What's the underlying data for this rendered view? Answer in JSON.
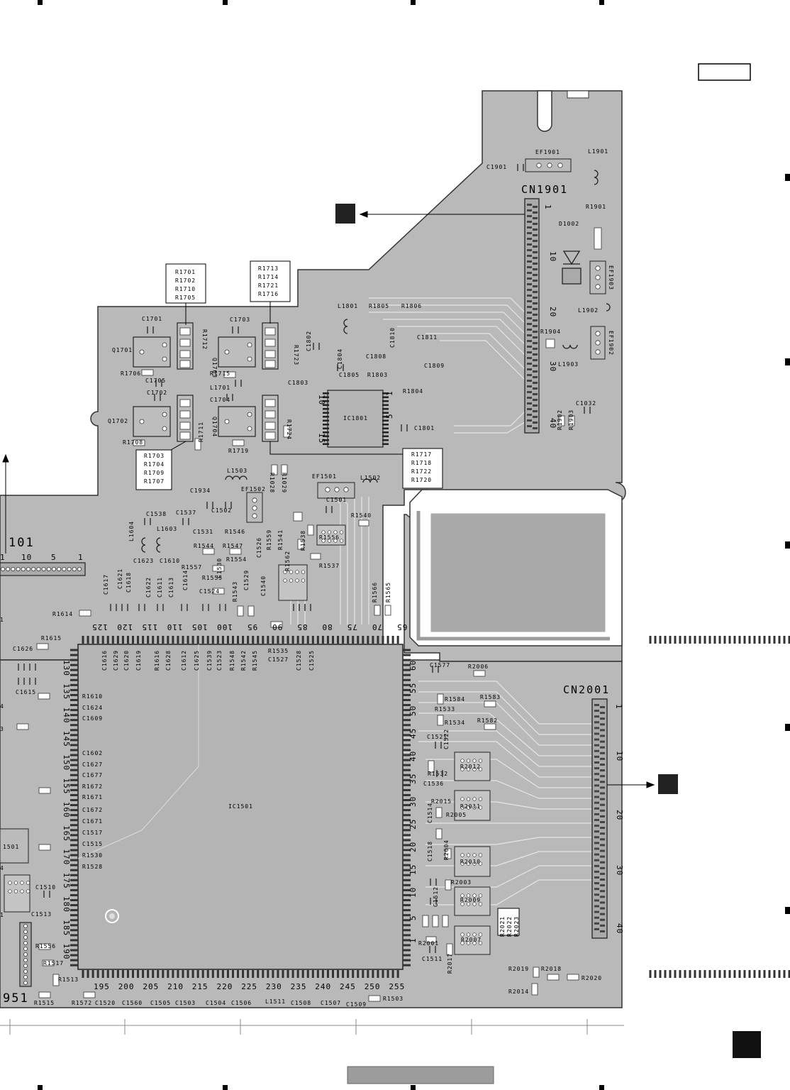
{
  "board": {
    "colors": {
      "board": "#b9b9b9",
      "trace": "#e2e2e2",
      "copper_dark": "#9a9a9a",
      "ink": "#000000",
      "footer_box": "#9c9c9c"
    }
  },
  "connectors": {
    "cn1901": {
      "ref": "CN1901",
      "pins": [
        "1",
        "10",
        "20",
        "30",
        "40"
      ]
    },
    "cn2001": {
      "ref": "CN2001",
      "pins": [
        "1",
        "10",
        "20",
        "30",
        "40"
      ]
    },
    "cn1101": {
      "ref": "101",
      "pins": [
        "1",
        "10",
        "5",
        "1"
      ]
    },
    "cn_bottom_left": {
      "ref": "951"
    },
    "lower_left_ref": "1501"
  },
  "ics": {
    "ic1501": {
      "ref": "IC1501",
      "top_pins": [
        "125",
        "120",
        "115",
        "110",
        "105",
        "100",
        "95",
        "90",
        "85",
        "80",
        "75",
        "70",
        "65"
      ],
      "left_pins": [
        "130",
        "135",
        "140",
        "145",
        "150",
        "155",
        "160",
        "165",
        "170",
        "175",
        "180",
        "185",
        "190"
      ],
      "right_pins": [
        "60",
        "55",
        "50",
        "45",
        "40",
        "35",
        "30",
        "25",
        "20",
        "15",
        "10",
        "5",
        "1"
      ],
      "bottom_pins": [
        "195",
        "200",
        "205",
        "210",
        "215",
        "220",
        "225",
        "230",
        "235",
        "240",
        "245",
        "250",
        "255"
      ]
    },
    "ic1801": {
      "ref": "IC1801",
      "pins": [
        "10",
        "15",
        "5",
        "1"
      ]
    }
  },
  "callout_boxes": [
    [
      "R1701",
      "R1702",
      "R1710",
      "R1705"
    ],
    [
      "R1713",
      "R1714",
      "R1721",
      "R1716"
    ],
    [
      "R1703",
      "R1704",
      "R1709",
      "R1707"
    ],
    [
      "R1717",
      "R1718",
      "R1722",
      "R1720"
    ],
    [
      "R2021",
      "R2022",
      "R2023"
    ]
  ],
  "parts_upper": [
    "EF1901",
    "L1901",
    "C1901",
    "R1901",
    "D1002",
    "EF1903",
    "L1902",
    "R1904",
    "L1903",
    "EF1902",
    "C1032",
    "R1902",
    "R1903",
    "L1801",
    "R1805",
    "R1806",
    "C1811",
    "C1802",
    "C1804",
    "C1810",
    "C1808",
    "C1809",
    "C1805",
    "R1803",
    "C1803",
    "R1804",
    "C1801",
    "C1701",
    "C1703",
    "Q1701",
    "Q1703",
    "R1712",
    "R1723",
    "R1706",
    "R1715",
    "C1705",
    "L1701",
    "C1702",
    "C1704",
    "Q1702",
    "Q1704",
    "R1724",
    "R1708",
    "R1711",
    "R1719"
  ],
  "parts_middle": [
    "L1503",
    "EF1501",
    "L1502",
    "EF1502",
    "R1028",
    "R1029",
    "C1934",
    "C1501",
    "C1538",
    "C1537",
    "C1502",
    "R1540",
    "L1603",
    "L1604",
    "C1531",
    "R1546",
    "R1559",
    "R1541",
    "R1538",
    "R1556",
    "C1623",
    "C1610",
    "R1544",
    "R1547",
    "C1526",
    "R1557",
    "R1554",
    "C1530",
    "R1537",
    "R1555",
    "R1562",
    "C1617",
    "C1621",
    "C1618",
    "C1622",
    "C1611",
    "C1613",
    "C1614",
    "C1524",
    "R1543",
    "C1529",
    "C1540",
    "R1566",
    "R1565",
    "R1614"
  ],
  "parts_top_row": [
    "C1616",
    "C1629",
    "C1620",
    "C1619",
    "R1616",
    "C1628",
    "C1612",
    "C1625",
    "C1539",
    "C1523",
    "R1548",
    "R1542",
    "R1545",
    "R1535",
    "C1527",
    "C1528",
    "C1525"
  ],
  "parts_left_col": [
    "R1615",
    "C1626",
    "C1615",
    "R1610",
    "C1624",
    "C1609",
    "C1602",
    "C1627",
    "C1677",
    "R1672",
    "R1671",
    "C1672",
    "C1671",
    "C1517",
    "C1515",
    "R1530",
    "R1528",
    "C1510",
    "C1513",
    "R1556",
    "R1517",
    "R1513",
    "R1515",
    "R1572",
    "C1520",
    "C1560",
    "C1505",
    "C1503",
    "C1504",
    "C1506",
    "L1511",
    "C1508",
    "C1507",
    "C1509",
    "R1503"
  ],
  "parts_right": [
    "C1577",
    "R2006",
    "R1583",
    "R1584",
    "R1533",
    "R1534",
    "R1582",
    "C1521",
    "C1522",
    "R2012",
    "R1532",
    "C1536",
    "R2015",
    "C1514",
    "R2011",
    "R2005",
    "C1518",
    "R2004",
    "R2010",
    "C1512",
    "R2003",
    "R2009",
    "R2007",
    "R2001",
    "R2017",
    "C1511",
    "R2019",
    "R2018",
    "R2020",
    "R2014"
  ],
  "truncated_left": [
    "1",
    "4",
    "3",
    "4",
    "1"
  ]
}
